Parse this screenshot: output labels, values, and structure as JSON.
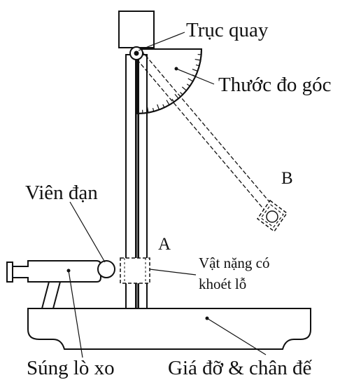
{
  "labels": {
    "pivot": "Trục quay",
    "protractor": "Thước đo góc",
    "position_b": "B",
    "bullet": "Viên đạn",
    "position_a": "A",
    "block_line1": "Vật nặng có",
    "block_line2": "khoét lỗ",
    "gun": "Súng lò xo",
    "stand": "Giá đỡ & chân đế"
  }
}
